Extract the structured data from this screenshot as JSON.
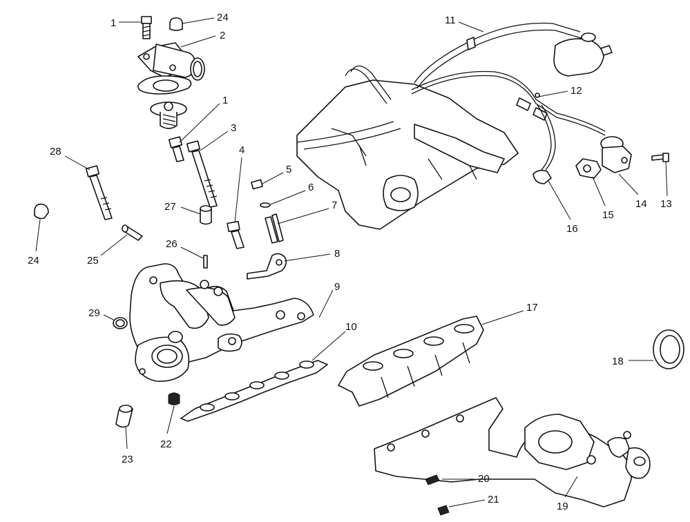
{
  "callouts": [
    {
      "id": "c1a",
      "label": "1"
    },
    {
      "id": "c24a",
      "label": "24"
    },
    {
      "id": "c2",
      "label": "2"
    },
    {
      "id": "c1b",
      "label": "1"
    },
    {
      "id": "c3",
      "label": "3"
    },
    {
      "id": "c4",
      "label": "4"
    },
    {
      "id": "c5",
      "label": "5"
    },
    {
      "id": "c6",
      "label": "6"
    },
    {
      "id": "c7",
      "label": "7"
    },
    {
      "id": "c8",
      "label": "8"
    },
    {
      "id": "c9",
      "label": "9"
    },
    {
      "id": "c10",
      "label": "10"
    },
    {
      "id": "c11",
      "label": "11"
    },
    {
      "id": "c12",
      "label": "12"
    },
    {
      "id": "c13",
      "label": "13"
    },
    {
      "id": "c14",
      "label": "14"
    },
    {
      "id": "c15",
      "label": "15"
    },
    {
      "id": "c16",
      "label": "16"
    },
    {
      "id": "c17",
      "label": "17"
    },
    {
      "id": "c18",
      "label": "18"
    },
    {
      "id": "c19",
      "label": "19"
    },
    {
      "id": "c20",
      "label": "20"
    },
    {
      "id": "c21",
      "label": "21"
    },
    {
      "id": "c22",
      "label": "22"
    },
    {
      "id": "c23",
      "label": "23"
    },
    {
      "id": "c24b",
      "label": "24"
    },
    {
      "id": "c25",
      "label": "25"
    },
    {
      "id": "c26",
      "label": "26"
    },
    {
      "id": "c27",
      "label": "27"
    },
    {
      "id": "c28",
      "label": "28"
    },
    {
      "id": "c29",
      "label": "29"
    }
  ]
}
